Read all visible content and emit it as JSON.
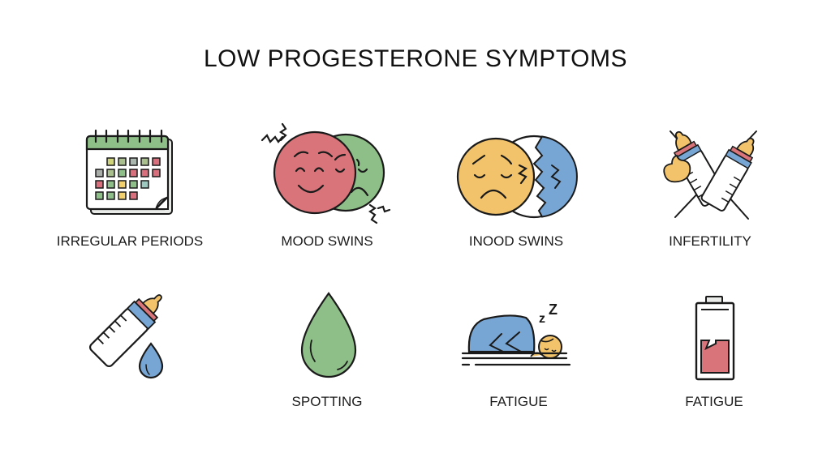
{
  "title": "LOW PROGESTERONE SYMPTOMS",
  "colors": {
    "stroke": "#1a1a1a",
    "green": "#8fbf88",
    "green_dark": "#7fb07a",
    "red": "#d9757a",
    "pink": "#d96f7c",
    "yellow": "#f2c36b",
    "blue": "#78a6d4",
    "gray": "#a9aea9",
    "teal": "#9cc8c0"
  },
  "items": [
    {
      "label": "IRREGULAR PERIODS",
      "icon": "calendar-icon"
    },
    {
      "label": "MOOD SWINS",
      "icon": "mood-faces-icon"
    },
    {
      "label": "INOOD SWINS",
      "icon": "sad-cracked-face-icon"
    },
    {
      "label": "INFERTILITY",
      "icon": "crossed-baby-bottles-icon"
    },
    {
      "label": "",
      "icon": "baby-bottle-drop-icon"
    },
    {
      "label": "SPOTTING",
      "icon": "green-drop-icon"
    },
    {
      "label": "FATIGUE",
      "icon": "sleeping-person-icon"
    },
    {
      "label": "FATIGUE",
      "icon": "low-battery-icon"
    }
  ]
}
